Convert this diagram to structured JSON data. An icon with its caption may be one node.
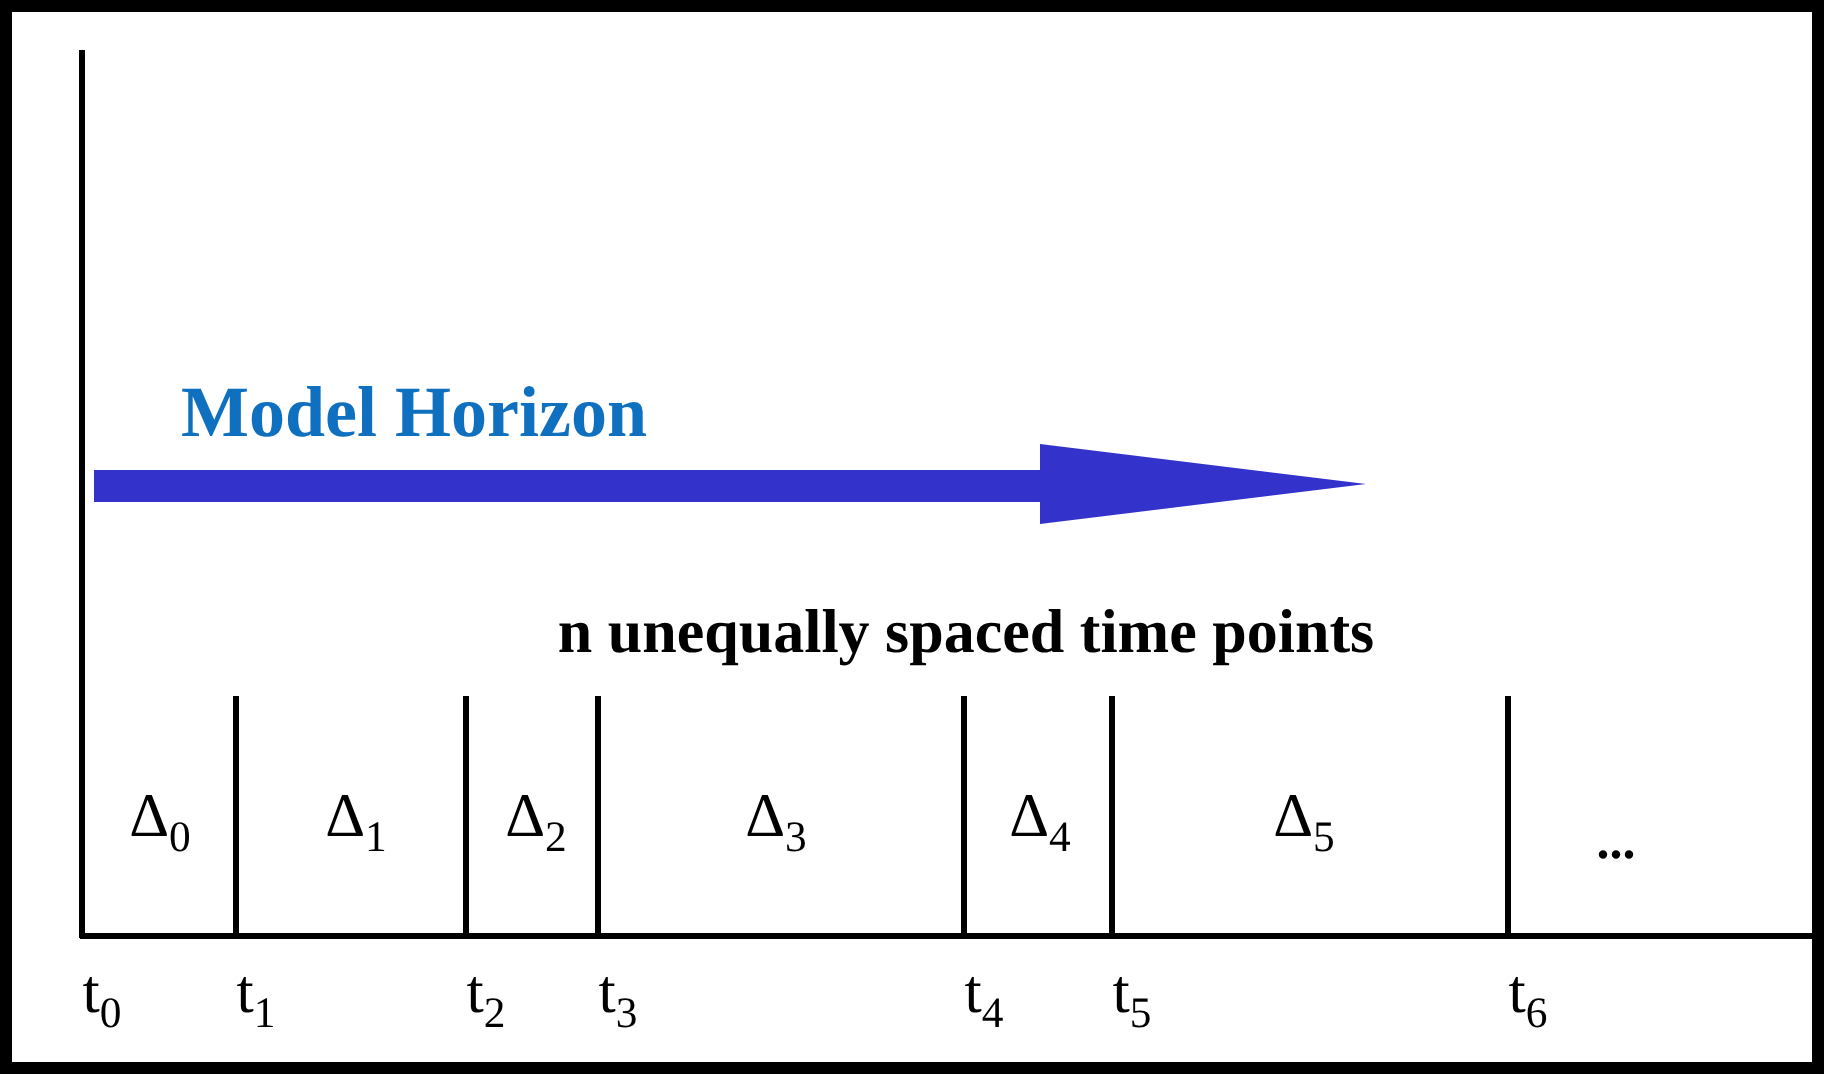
{
  "diagram": {
    "labels": [
      "Model Horizon",
      "n unequally spaced time points",
      "Δ$_{0}$",
      "Δ$_{1}$",
      "Δ$_{2}$",
      "Δ$_{3}$",
      "Δ$_{4}$",
      "Δ$_{5}$",
      "...",
      "t$_{0}$",
      "t$_{1}$",
      "t$_{2}$",
      "t$_{3}$",
      "t$_{4}$",
      "t$_{5}$",
      "t$_{6}$"
    ]
  }
}
